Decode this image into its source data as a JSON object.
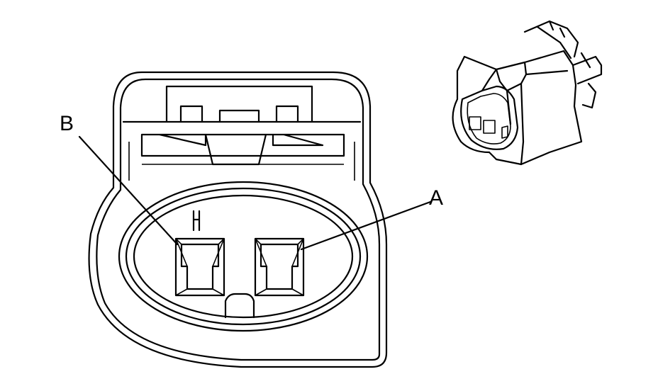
{
  "diagram": {
    "callouts": [
      {
        "id": "B",
        "text": "B"
      },
      {
        "id": "A",
        "text": "A"
      }
    ],
    "colors": {
      "stroke": "#000000",
      "background": "#ffffff"
    }
  }
}
